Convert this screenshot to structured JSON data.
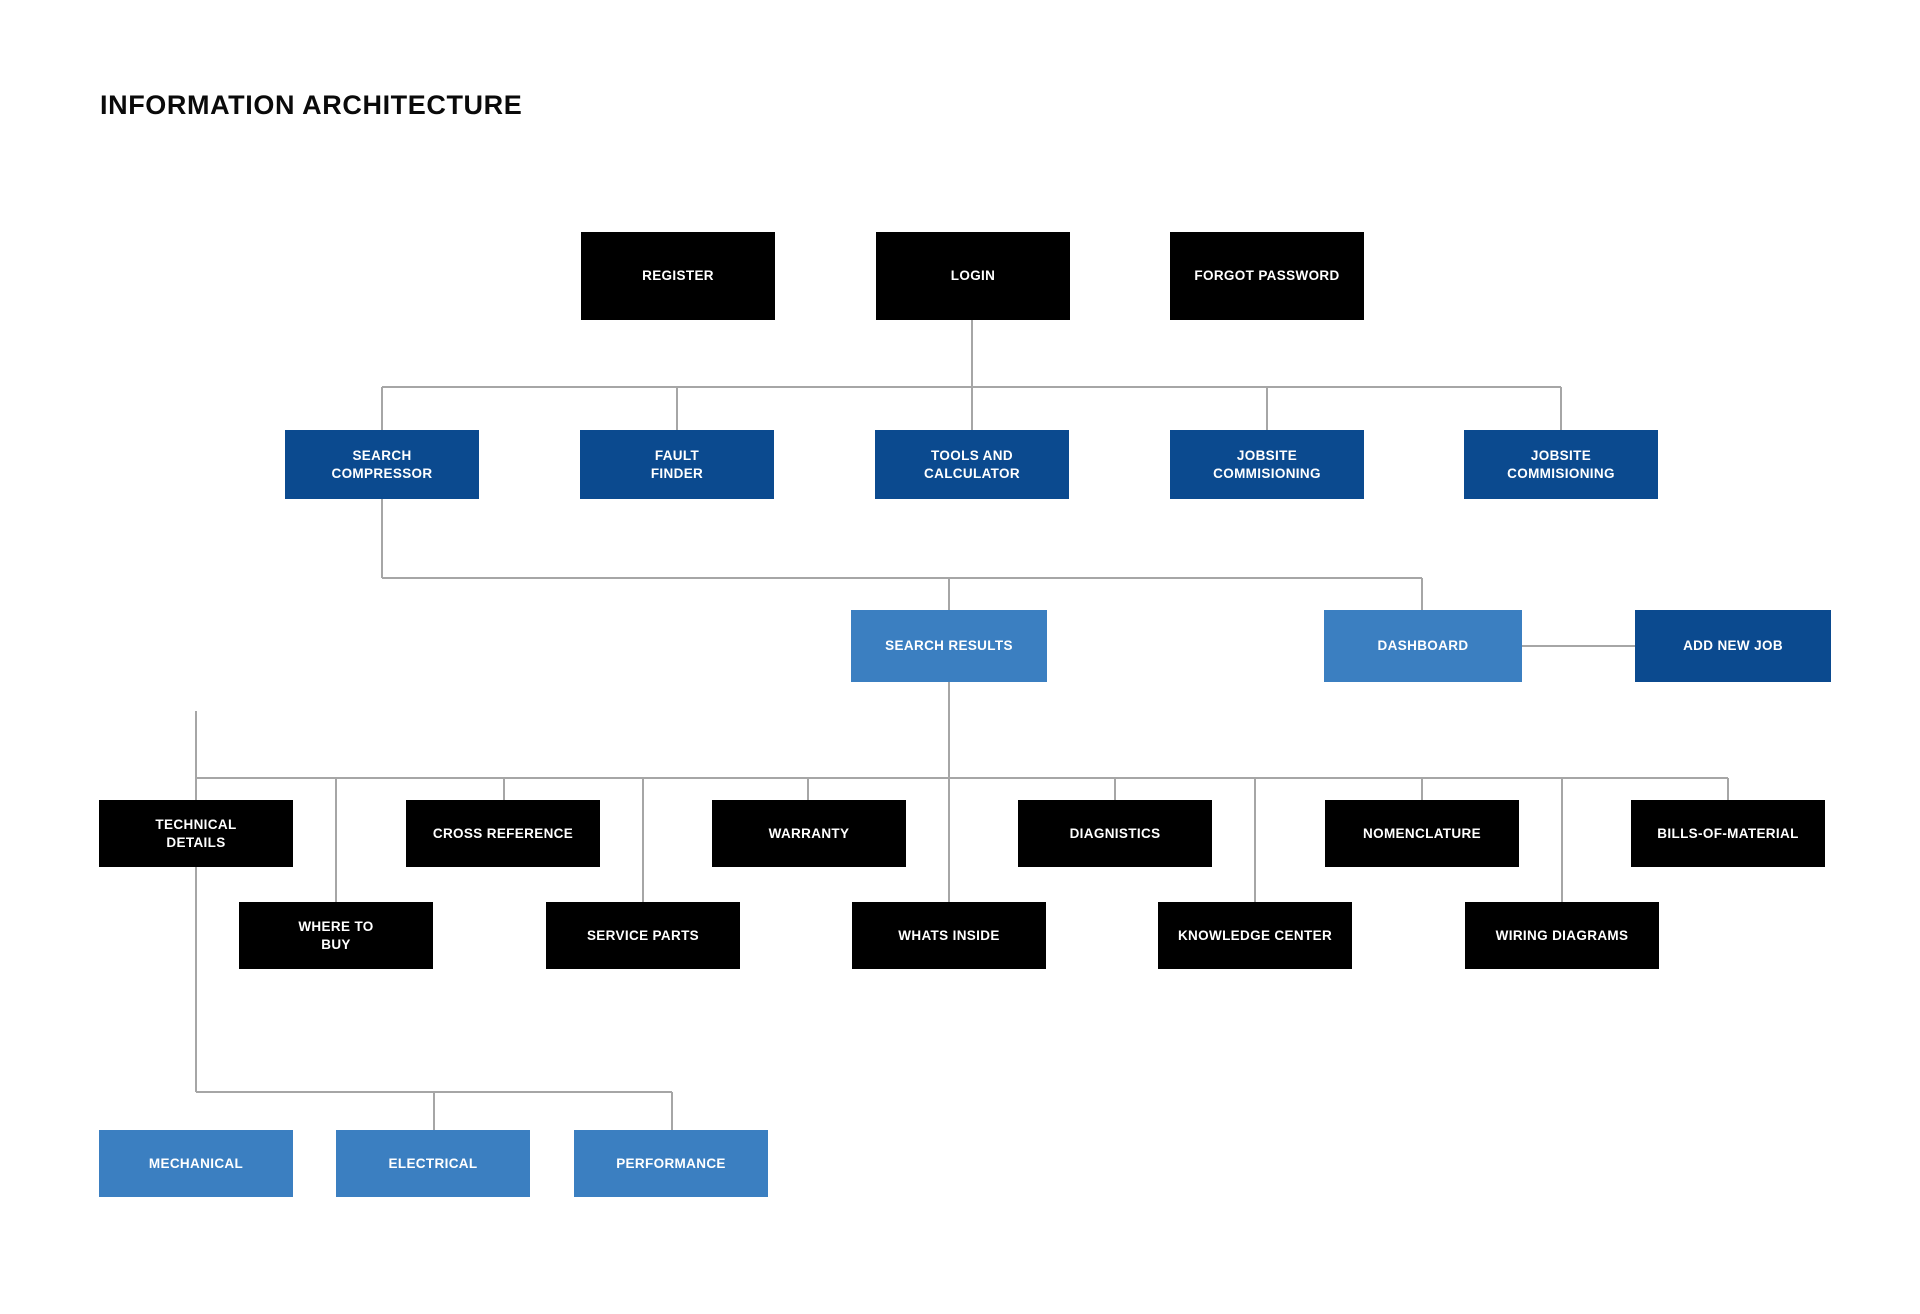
{
  "page": {
    "title": "INFORMATION ARCHITECTURE",
    "background": "#ffffff",
    "edge_color": "#a6a6a6"
  },
  "palette": {
    "black": "#000000",
    "navy": "#0b4a8f",
    "blue": "#3b7fc1",
    "text": "#ffffff"
  },
  "chart_data": {
    "type": "diagram",
    "title": "INFORMATION ARCHITECTURE",
    "nodes": [
      {
        "id": "register",
        "label": "REGISTER",
        "level": 1,
        "style": "black"
      },
      {
        "id": "login",
        "label": "LOGIN",
        "level": 1,
        "style": "black"
      },
      {
        "id": "forgot",
        "label": "FORGOT PASSWORD",
        "level": 1,
        "style": "black"
      },
      {
        "id": "search-comp",
        "label": "SEARCH\nCOMPRESSOR",
        "level": 2,
        "style": "navy"
      },
      {
        "id": "fault-finder",
        "label": "FAULT\nFINDER",
        "level": 2,
        "style": "navy"
      },
      {
        "id": "tools-calc",
        "label": "TOOLS AND\nCALCULATOR",
        "level": 2,
        "style": "navy"
      },
      {
        "id": "jobsite-1",
        "label": "JOBSITE\nCOMMISIONING",
        "level": 2,
        "style": "navy"
      },
      {
        "id": "jobsite-2",
        "label": "JOBSITE\nCOMMISIONING",
        "level": 2,
        "style": "navy"
      },
      {
        "id": "search-results",
        "label": "SEARCH RESULTS",
        "level": 3,
        "style": "blue"
      },
      {
        "id": "dashboard",
        "label": "DASHBOARD",
        "level": 3,
        "style": "blue"
      },
      {
        "id": "add-new-job",
        "label": "ADD NEW JOB",
        "level": 3,
        "style": "navy"
      },
      {
        "id": "tech-details",
        "label": "TECHNICAL\nDETAILS",
        "level": 4,
        "style": "black"
      },
      {
        "id": "cross-ref",
        "label": "CROSS REFERENCE",
        "level": 4,
        "style": "black"
      },
      {
        "id": "warranty",
        "label": "WARRANTY",
        "level": 4,
        "style": "black"
      },
      {
        "id": "diagnistics",
        "label": "DIAGNISTICS",
        "level": 4,
        "style": "black"
      },
      {
        "id": "nomenclature",
        "label": "NOMENCLATURE",
        "level": 4,
        "style": "black"
      },
      {
        "id": "bills",
        "label": "BILLS-OF-MATERIAL",
        "level": 4,
        "style": "black"
      },
      {
        "id": "where-to-buy",
        "label": "WHERE TO\nBUY",
        "level": 5,
        "style": "black"
      },
      {
        "id": "service-parts",
        "label": "SERVICE PARTS",
        "level": 5,
        "style": "black"
      },
      {
        "id": "whats-inside",
        "label": "WHATS INSIDE",
        "level": 5,
        "style": "black"
      },
      {
        "id": "knowledge",
        "label": "KNOWLEDGE CENTER",
        "level": 5,
        "style": "black"
      },
      {
        "id": "wiring",
        "label": "WIRING DIAGRAMS",
        "level": 5,
        "style": "black"
      },
      {
        "id": "mechanical",
        "label": "MECHANICAL",
        "level": 6,
        "style": "blue"
      },
      {
        "id": "electrical",
        "label": "ELECTRICAL",
        "level": 6,
        "style": "blue"
      },
      {
        "id": "performance",
        "label": "PERFORMANCE",
        "level": 6,
        "style": "blue"
      }
    ],
    "edges": [
      {
        "from": "login",
        "to": "search-comp"
      },
      {
        "from": "login",
        "to": "fault-finder"
      },
      {
        "from": "login",
        "to": "tools-calc"
      },
      {
        "from": "login",
        "to": "jobsite-1"
      },
      {
        "from": "login",
        "to": "jobsite-2"
      },
      {
        "from": "search-comp",
        "to": "search-results"
      },
      {
        "from": "search-comp",
        "to": "dashboard"
      },
      {
        "from": "dashboard",
        "to": "add-new-job"
      },
      {
        "from": "search-results",
        "to": "tech-details"
      },
      {
        "from": "search-results",
        "to": "where-to-buy"
      },
      {
        "from": "search-results",
        "to": "cross-ref"
      },
      {
        "from": "search-results",
        "to": "service-parts"
      },
      {
        "from": "search-results",
        "to": "warranty"
      },
      {
        "from": "search-results",
        "to": "whats-inside"
      },
      {
        "from": "search-results",
        "to": "diagnistics"
      },
      {
        "from": "search-results",
        "to": "knowledge"
      },
      {
        "from": "search-results",
        "to": "nomenclature"
      },
      {
        "from": "search-results",
        "to": "wiring"
      },
      {
        "from": "search-results",
        "to": "bills"
      },
      {
        "from": "tech-details",
        "to": "mechanical"
      },
      {
        "from": "tech-details",
        "to": "electrical"
      },
      {
        "from": "tech-details",
        "to": "performance"
      }
    ]
  }
}
